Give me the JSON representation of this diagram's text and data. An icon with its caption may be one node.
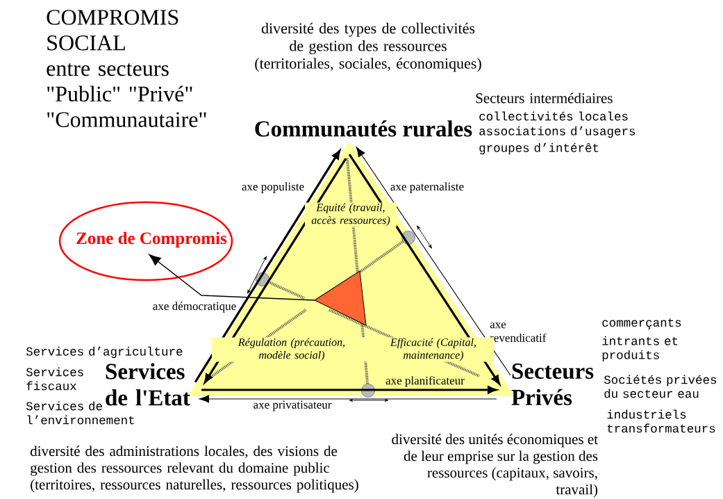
{
  "diagram": {
    "title": "COMPROMIS SOCIAL entre secteurs \"Public\" \"Privé\" \"Communautaire\"",
    "nodes": [
      {
        "text": [
          "Zone de Compromis"
        ]
      },
      {
        "text": [],
        "shape": "triangle"
      },
      {
        "text": [
          "Communautés rurales"
        ]
      },
      {
        "text": [
          "Services de l'Etat"
        ]
      },
      {
        "text": [
          "Secteurs Privés"
        ]
      }
    ],
    "edges": [
      {
        "from": 3,
        "to": 2,
        "arrow": "to",
        "label": "axe populiste"
      },
      {
        "from": 2,
        "to": 3,
        "arrow": "to",
        "label": "axe démocratique"
      },
      {
        "from": 4,
        "to": 2,
        "arrow": "to",
        "label": "axe paternaliste"
      },
      {
        "from": 2,
        "to": 4,
        "arrow": "to",
        "label": "axe revendicatif"
      },
      {
        "from": 3,
        "to": 4,
        "arrow": "to",
        "label": "axe planificateur"
      },
      {
        "from": 4,
        "to": 3,
        "arrow": "to",
        "label": "axe privatisateur"
      },
      {
        "from": 1,
        "to": 0,
        "arrow": "to"
      }
    ],
    "labels": [
      "diversité des types de collectivités de gestion des ressources (territoriales, sociales, économiques)",
      "Secteurs intermédiaires",
      "collectivités locales",
      "associations d’usagers",
      "groupes d’intérêt",
      "Equité (travail, accès ressources)",
      "Régulation (précaution, modèle social)",
      "Efficacité (Capital, maintenance)",
      "Services d’agriculture",
      "Services fiscaux",
      "Services de l’environnement",
      "commerçants",
      "intrants et produits",
      "Sociétés privées du secteur eau",
      "industriels transformateurs",
      "diversité des administrations locales, des visions de gestion des ressources relevant du domaine public (territoires, ressources naturelles, ressources politiques)",
      "diversité des unités économiques et de leur emprise sur la gestion des ressources (capitaux, savoirs, travail)"
    ]
  }
}
